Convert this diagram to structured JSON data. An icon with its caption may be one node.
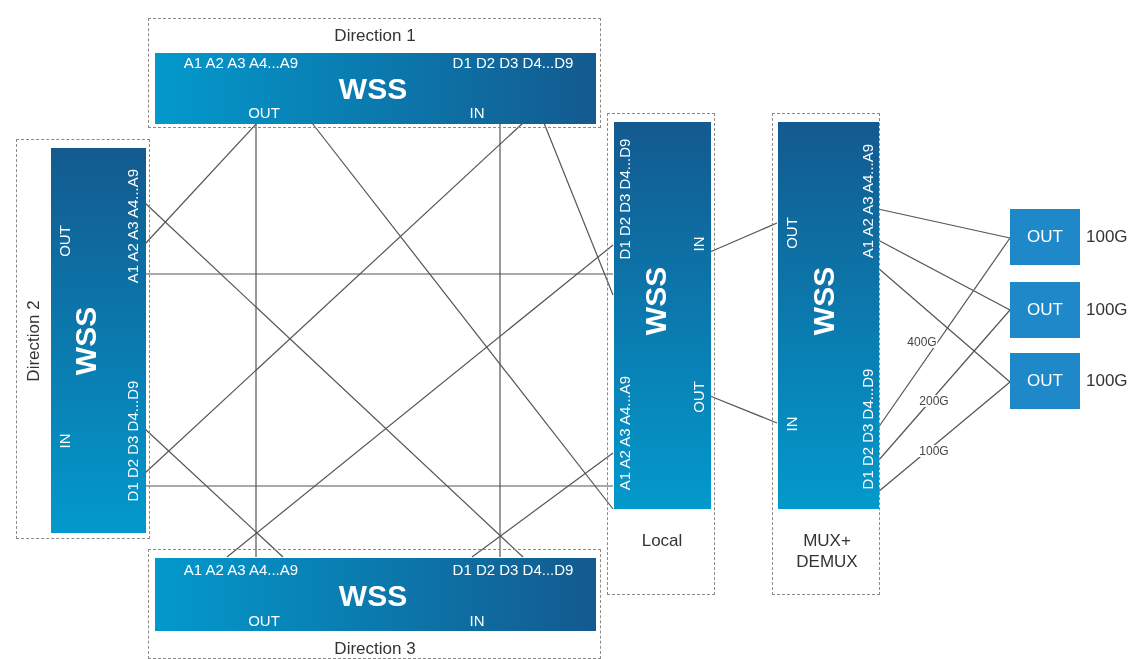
{
  "diagram": {
    "nodes": [
      {
        "text": [
          "Direction 1"
        ]
      },
      {
        "text": [
          "A1 A2 A3 A4...A9",
          "D1 D2 D3 D4...D9",
          "WSS",
          "OUT",
          "IN"
        ],
        "in": 0
      },
      {
        "text": [
          "Direction 2"
        ]
      },
      {
        "text": [
          "OUT",
          "A1 A2 A3 A4...A9",
          "WSS",
          "IN",
          "D1 D2 D3 D4...D9"
        ],
        "in": 2
      },
      {
        "text": [
          "Direction 3"
        ]
      },
      {
        "text": [
          "A1 A2 A3 A4...A9",
          "D1 D2 D3 D4...D9",
          "WSS",
          "OUT",
          "IN"
        ],
        "in": 4
      },
      {
        "text": [
          "Local"
        ]
      },
      {
        "text": [
          "D1 D2 D3 D4...D9",
          "IN",
          "WSS",
          "A1 A2 A3 A4...A9",
          "OUT"
        ],
        "in": 6
      },
      {
        "text": [
          "MUX+ DEMUX"
        ]
      },
      {
        "text": [
          "A1 A2 A3 A4...A9",
          "OUT",
          "WSS",
          "D1 D2 D3 D4...D9",
          "IN"
        ],
        "in": 8
      },
      {
        "text": [
          "OUT"
        ],
        "beside": [
          "100G"
        ]
      },
      {
        "text": [
          "OUT"
        ],
        "beside": [
          "100G"
        ]
      },
      {
        "text": [
          "OUT"
        ],
        "beside": [
          "100G"
        ]
      }
    ],
    "edges": [
      {
        "from": 3,
        "to": 1,
        "arrow": "none"
      },
      {
        "from": 1,
        "to": 5,
        "arrow": "none"
      },
      {
        "from": 1,
        "to": 7,
        "arrow": "none"
      },
      {
        "from": 1,
        "to": 3,
        "arrow": "none"
      },
      {
        "from": 1,
        "to": 5,
        "arrow": "none"
      },
      {
        "from": 1,
        "to": 7,
        "arrow": "none"
      },
      {
        "from": 3,
        "to": 5,
        "arrow": "none"
      },
      {
        "from": 3,
        "to": 7,
        "arrow": "none"
      },
      {
        "from": 7,
        "to": 5,
        "arrow": "none"
      },
      {
        "from": 3,
        "to": 5,
        "arrow": "none"
      },
      {
        "from": 3,
        "to": 7,
        "arrow": "none"
      },
      {
        "from": 7,
        "to": 5,
        "arrow": "none"
      },
      {
        "from": 7,
        "to": 9,
        "arrow": "none"
      },
      {
        "from": 7,
        "to": 9,
        "arrow": "none"
      },
      {
        "from": 9,
        "to": 10,
        "arrow": "none"
      },
      {
        "from": 9,
        "to": 11,
        "arrow": "none"
      },
      {
        "from": 9,
        "to": 12,
        "arrow": "none"
      },
      {
        "from": 9,
        "to": 10,
        "arrow": "none",
        "label": "400G"
      },
      {
        "from": 9,
        "to": 11,
        "arrow": "none",
        "label": "200G"
      },
      {
        "from": 9,
        "to": 12,
        "arrow": "none",
        "label": "100G"
      }
    ]
  }
}
